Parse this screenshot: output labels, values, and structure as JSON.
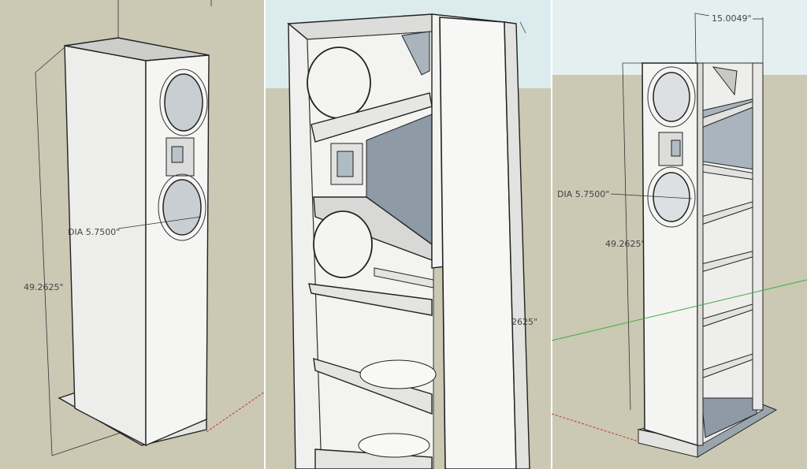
{
  "colors": {
    "ground": "#cbc8b4",
    "sky": "#dcecee",
    "panel": "#efefed",
    "shade": "#a9b4bd",
    "edge": "#222222"
  },
  "views": [
    {
      "name": "closed-cabinet",
      "dimensions": {
        "height": "49.2625\"",
        "driver_diameter": "DIA 5.7500\""
      }
    },
    {
      "name": "cutaway-closeup",
      "dimensions": {
        "height_partial": "2625\""
      }
    },
    {
      "name": "open-cabinet",
      "dimensions": {
        "width": "15.0049\"",
        "height": "49.2625\"",
        "driver_diameter": "DIA 5.7500\""
      }
    }
  ]
}
